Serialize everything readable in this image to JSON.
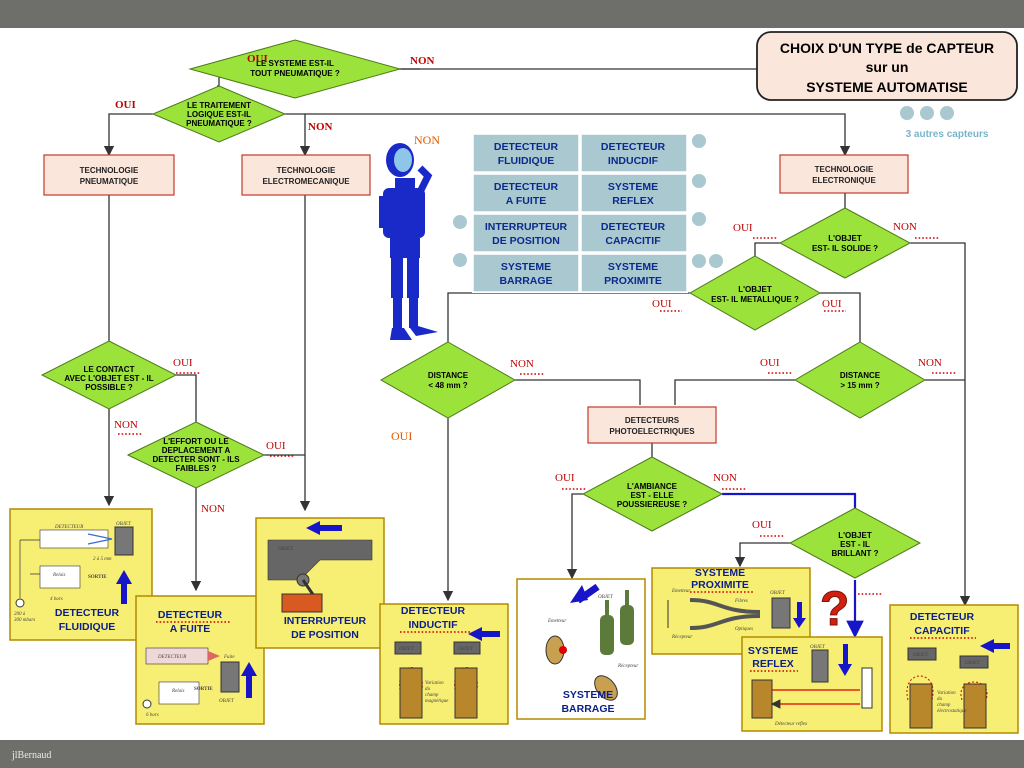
{
  "title": {
    "line1": "CHOIX D'UN TYPE de CAPTEUR",
    "line2": "sur un",
    "line3": "SYSTEME AUTOMATISE"
  },
  "other_sensors": "3 autres capteurs",
  "footer": "jlBernaud",
  "labels": {
    "oui": "OUI",
    "non": "NON"
  },
  "decisions": {
    "pneumatique": [
      "LE SYSTEME EST-IL",
      "TOUT PNEUMATIQUE ?"
    ],
    "traitement": [
      "LE TRAITEMENT",
      "LOGIQUE EST-IL",
      "PNEUMATIQUE ?"
    ],
    "contact": [
      "LE CONTACT",
      "AVEC L'OBJET EST - IL",
      "POSSIBLE ?"
    ],
    "effort": [
      "L'EFFORT OU LE",
      "DEPLACEMENT A",
      "DETECTER SONT - ILS",
      "FAIBLES ?"
    ],
    "solide": [
      "L'OBJET",
      "EST- IL SOLIDE ?"
    ],
    "metallique": [
      "L'OBJET",
      "EST- IL METALLIQUE ?"
    ],
    "distance48": [
      "DISTANCE",
      "< 48 mm ?"
    ],
    "distance15": [
      "DISTANCE",
      "> 15 mm ?"
    ],
    "poussiereuse": [
      "L'AMBIANCE",
      "EST - ELLE",
      "POUSSIEREUSE ?"
    ],
    "brillant": [
      "L'OBJET",
      "EST - IL",
      "BRILLANT ?"
    ]
  },
  "technologies": {
    "pneumatique": [
      "TECHNOLOGIE",
      "PNEUMATIQUE"
    ],
    "electromecanique": [
      "TECHNOLOGIE",
      "ELECTROMECANIQUE"
    ],
    "electronique": [
      "TECHNOLOGIE",
      "ELECTRONIQUE"
    ],
    "photoelectriques": [
      "DETECTEURS",
      "PHOTOELECTRIQUES"
    ]
  },
  "sensor_grid": [
    [
      "DETECTEUR",
      "FLUIDIQUE"
    ],
    [
      "DETECTEUR",
      "INDUCDIF"
    ],
    [
      "DETECTEUR",
      "A FUITE"
    ],
    [
      "SYSTEME",
      "REFLEX"
    ],
    [
      "INTERRUPTEUR",
      "DE POSITION"
    ],
    [
      "DETECTEUR",
      "CAPACITIF"
    ],
    [
      "SYSTEME",
      "BARRAGE"
    ],
    [
      "SYSTEME",
      "PROXIMITE"
    ]
  ],
  "results": {
    "fluidique": [
      "DETECTEUR",
      "FLUIDIQUE"
    ],
    "fuite": [
      "DETECTEUR",
      "A FUITE"
    ],
    "interrupteur": [
      "INTERRUPTEUR",
      "DE POSITION"
    ],
    "inductif": [
      "DETECTEUR",
      "INDUCTIF"
    ],
    "barrage": [
      "SYSTEME",
      "BARRAGE"
    ],
    "proximite": [
      "SYSTEME",
      "PROXIMITE"
    ],
    "reflex": [
      "SYSTEME",
      "REFLEX"
    ],
    "capacitif": [
      "DETECTEUR",
      "CAPACITIF"
    ]
  },
  "illustration_text": {
    "objet": "OBJET",
    "detecteur": "DETECTEUR",
    "relais": "Relais",
    "sortie": "SORTIE",
    "fuite": "Fuite",
    "pression_fluidique": [
      "200 à",
      "300 mbars"
    ],
    "bars_4": "4 bars",
    "bars_6": "6 bars",
    "gap": "2 à 5 mm",
    "variation_magnetique": [
      "Variation",
      "du",
      "champ",
      "magnétique"
    ],
    "variation_electrostatique": [
      "Variation",
      "du",
      "champ",
      "électrostatique"
    ],
    "emetteur": "Emetteur",
    "recepteur": "Récepteur",
    "fibres": "Fibres",
    "optiques": "Optiques",
    "detecteur_reflex": "Détecteur reflex"
  },
  "colors": {
    "diamond": "#9be23a",
    "tech_box": "#fbe6dc",
    "tech_border": "#c0392b",
    "result_box": "#f7ee74",
    "grid_cell": "#a9c8d0",
    "grid_text": "#0b2a8c",
    "arrow_blue": "#1616c8"
  }
}
